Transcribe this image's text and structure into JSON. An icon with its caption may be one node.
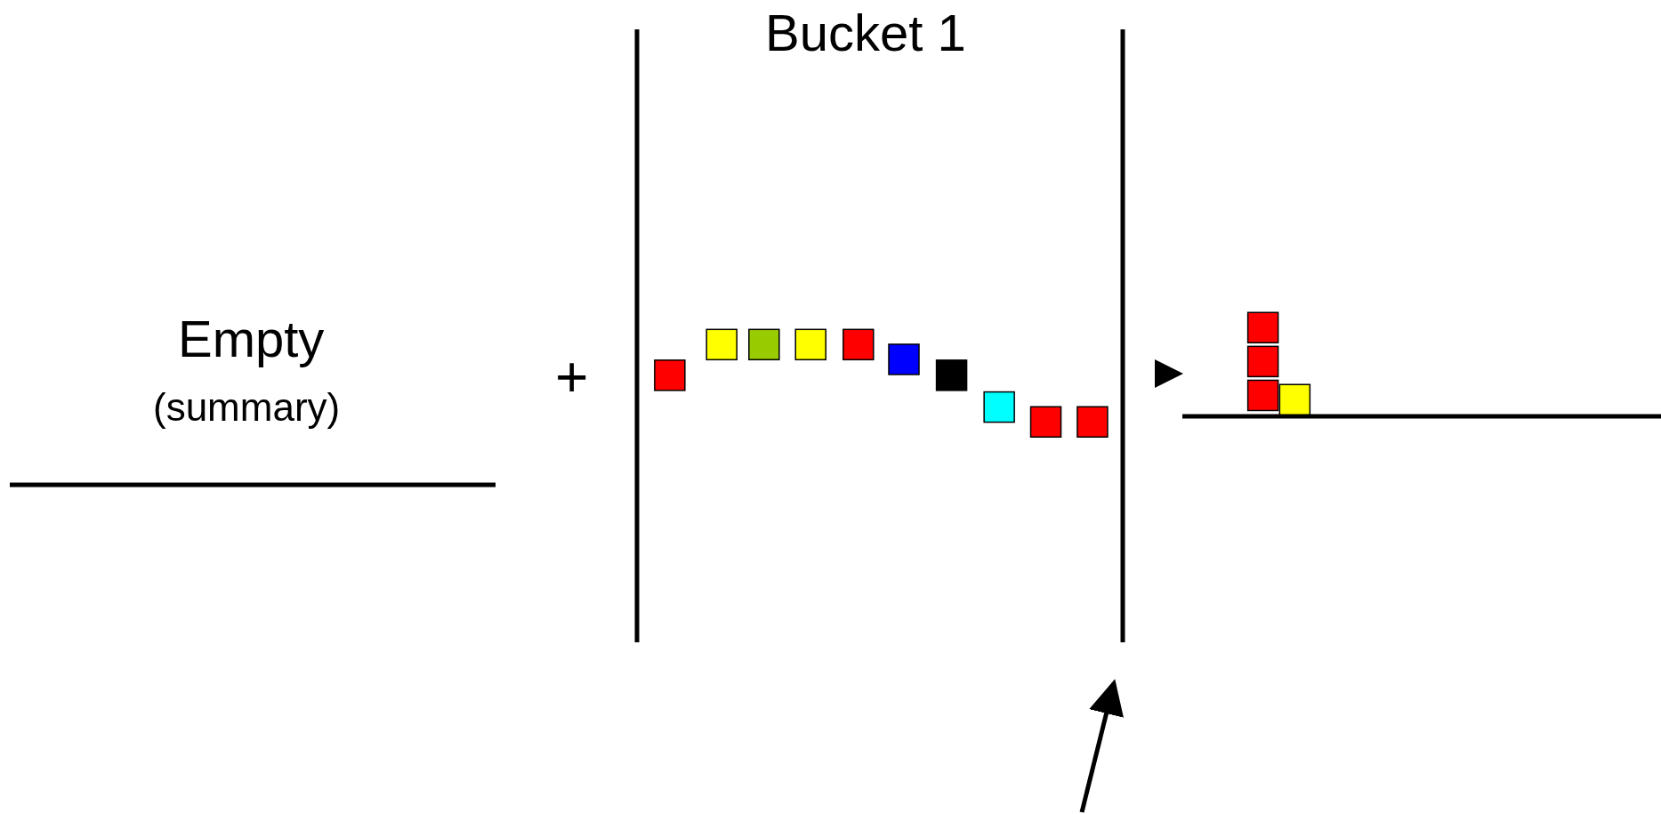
{
  "diagram": {
    "title": "Bucket 1",
    "labels": [
      "Empty",
      "(summary)",
      "+"
    ]
  }
}
